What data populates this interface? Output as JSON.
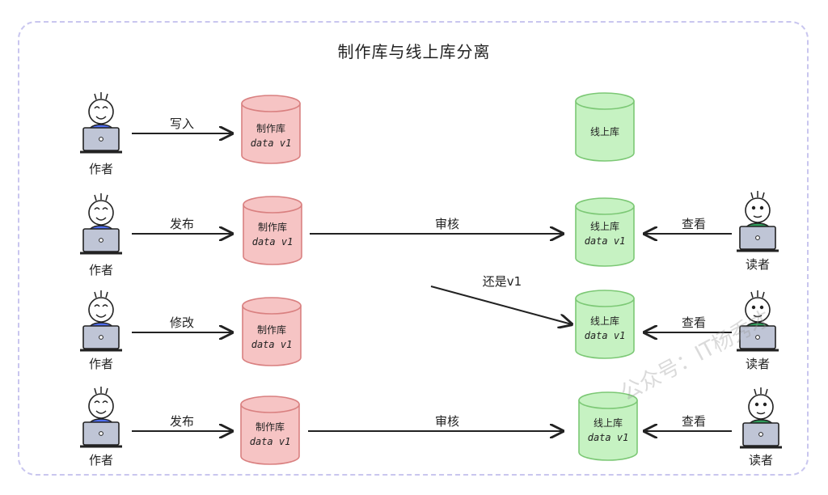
{
  "title": "制作库与线上库分离",
  "watermark": "公众号：IT杨秀才",
  "rows": [
    {
      "actor": "作者",
      "action": "写入",
      "db": {
        "name": "制作库",
        "version": "data v1"
      },
      "online": {
        "name": "线上库"
      }
    },
    {
      "actor": "作者",
      "action": "发布",
      "db": {
        "name": "制作库",
        "version": "data v1"
      },
      "review": "审核",
      "online": {
        "name": "线上库",
        "version": "data v1"
      },
      "reader_action": "查看",
      "reader": "读者"
    },
    {
      "actor": "作者",
      "action": "修改",
      "db": {
        "name": "制作库",
        "version": "data v1"
      },
      "note": "还是v1",
      "online": {
        "name": "线上库",
        "version": "data v1"
      },
      "reader_action": "查看",
      "reader": "读者"
    },
    {
      "actor": "作者",
      "action": "发布",
      "db": {
        "name": "制作库",
        "version": "data v1"
      },
      "review": "审核",
      "online": {
        "name": "线上库",
        "version": "data v1"
      },
      "reader_action": "查看",
      "reader": "读者"
    }
  ],
  "colors": {
    "author_shirt": "#4f6ef0",
    "reader_shirt": "#2e9c5a",
    "db_fill": "#f6c4c4",
    "db_stroke": "#d98080",
    "online_fill": "#c6f2c2",
    "online_stroke": "#7cc875",
    "frame": "#c9c6ef"
  }
}
